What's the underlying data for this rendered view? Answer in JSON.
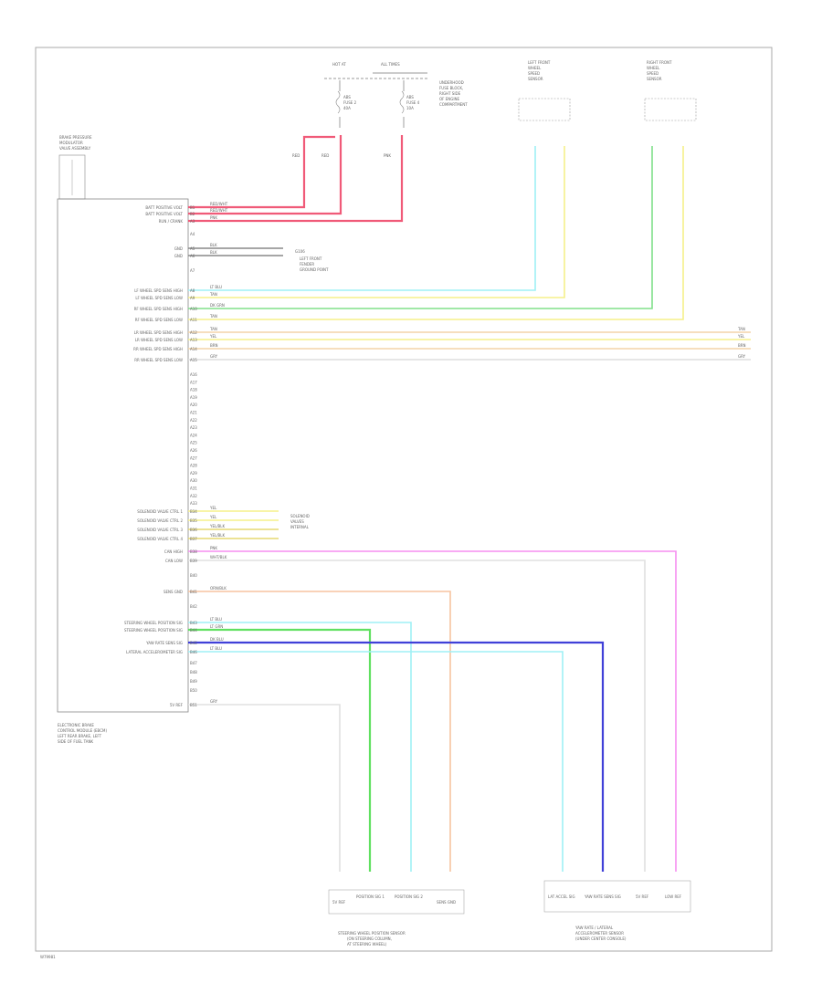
{
  "module": {
    "top_label": [
      "BRAKE PRESSURE",
      "MODULATOR",
      "VALVE ASSEMBLY"
    ],
    "name_lines": [
      "ELECTRONIC BRAKE",
      "CONTROL MODULE (EBCM)",
      "LEFT REAR BRAKE, LEFT",
      "SIDE OF FUEL TANK"
    ],
    "pins": [
      {
        "label": "BATT POSITIVE VOLT",
        "code": "B1",
        "wire": "RED/WHT"
      },
      {
        "label": "BATT POSITIVE VOLT",
        "code": "B2",
        "wire": "RED/WHT"
      },
      {
        "label": "RUN / CRANK",
        "code": "A3",
        "wire": "PNK"
      },
      {
        "label": "",
        "code": "A4",
        "wire": ""
      },
      {
        "label": "GND",
        "code": "A5",
        "wire": "BLK"
      },
      {
        "label": "GND",
        "code": "A6",
        "wire": "BLK"
      },
      {
        "label": "",
        "code": "A7",
        "wire": ""
      },
      {
        "label": "LF WHEEL SPD SENS HIGH",
        "code": "A8",
        "wire": "LT BLU"
      },
      {
        "label": "LF WHEEL SPD SENS LOW",
        "code": "A9",
        "wire": "TAN"
      },
      {
        "label": "RF WHEEL SPD SENS HIGH",
        "code": "A10",
        "wire": "DK GRN"
      },
      {
        "label": "RF WHEEL SPD SENS LOW",
        "code": "A11",
        "wire": "TAN"
      },
      {
        "label": "LR WHEEL SPD SENS HIGH",
        "code": "A12",
        "wire": "TAN"
      },
      {
        "label": "LR WHEEL SPD SENS LOW",
        "code": "A13",
        "wire": "YEL"
      },
      {
        "label": "RR WHEEL SPD SENS HIGH",
        "code": "A14",
        "wire": "BRN"
      },
      {
        "label": "RR WHEEL SPD SENS LOW",
        "code": "A15",
        "wire": "GRY"
      }
    ],
    "empty_pins": [
      "A16",
      "A17",
      "A18",
      "A19",
      "A20",
      "A21",
      "A22",
      "A23",
      "A24",
      "A25",
      "A26",
      "A27",
      "A28",
      "A29",
      "A30",
      "A31",
      "A32",
      "A33"
    ],
    "lower_pins": [
      {
        "label": "SOLENOID VALVE CTRL 1",
        "code": "B34",
        "wire": "YEL"
      },
      {
        "label": "SOLENOID VALVE CTRL 2",
        "code": "B35",
        "wire": "YEL"
      },
      {
        "label": "SOLENOID VALVE CTRL 3",
        "code": "B36",
        "wire": "YEL/BLK"
      },
      {
        "label": "SOLENOID VALVE CTRL 4",
        "code": "B37",
        "wire": "YEL/BLK"
      },
      {
        "label": "CAN HIGH",
        "code": "B38",
        "wire": "PNK"
      },
      {
        "label": "CAN LOW",
        "code": "B39",
        "wire": "WHT/BLK"
      },
      {
        "label": "",
        "code": "B40",
        "wire": ""
      },
      {
        "label": "SENS GND",
        "code": "B41",
        "wire": "ORN/BLK"
      },
      {
        "label": "",
        "code": "B42",
        "wire": ""
      },
      {
        "label": "STEERING WHEEL POSITION SIG",
        "code": "B43",
        "wire": "LT BLU"
      },
      {
        "label": "STEERING WHEEL POSITION SIG",
        "code": "B44",
        "wire": "LT GRN"
      },
      {
        "label": "YAW RATE SENS SIG",
        "code": "B45",
        "wire": "DK BLU"
      },
      {
        "label": "LATERAL ACCELEROMETER SIG",
        "code": "B46",
        "wire": "LT BLU"
      }
    ],
    "tail_pins": [
      "B47",
      "B48",
      "B49",
      "B50"
    ],
    "bottom_pin": {
      "code": "B51",
      "wire": "GRY",
      "label": "5V REF"
    }
  },
  "fuses": {
    "label_1": "HOT AT",
    "label_2": "ALL TIMES",
    "box_label": [
      "UNDERHOOD",
      "FUSE BLOCK,",
      "RIGHT SIDE",
      "OF ENGINE",
      "COMPARTMENT"
    ],
    "fuse_a": [
      "ABS",
      "FUSE 2",
      "40A"
    ],
    "fuse_b": [
      "ABS",
      "FUSE 4",
      "10A"
    ],
    "wires": [
      "RED",
      "RED",
      "PNK"
    ]
  },
  "ground_note": [
    "G106",
    "LEFT FRONT",
    "FENDER",
    "GROUND POINT"
  ],
  "solenoid_note": [
    "SOLENOID",
    "VALVES",
    "INTERNAL"
  ],
  "left_front_sensor": [
    "LEFT FRONT",
    "WHEEL",
    "SPEED",
    "SENSOR"
  ],
  "right_front_sensor": [
    "RIGHT FRONT",
    "WHEEL",
    "SPEED",
    "SENSOR"
  ],
  "steering_sensor": {
    "pins": [
      "5V REF",
      "POSITION SIG 1",
      "POSITION SIG 2",
      "SENS GND"
    ],
    "name": [
      "STEERING WHEEL POSITION SENSOR",
      "(ON STEERING COLUMN,",
      "AT STEERING WHEEL)"
    ]
  },
  "yaw_sensor": {
    "pins": [
      "LAT ACCEL SIG",
      "YAW RATE SENS SIG",
      "5V REF",
      "LOW REF"
    ],
    "name": [
      "YAW RATE / LATERAL",
      "ACCELEROMETER SENSOR",
      "(UNDER CENTER CONSOLE)"
    ]
  },
  "right_edge_wires": [
    "TAN",
    "YEL",
    "BRN",
    "GRY"
  ],
  "page_code": "W79981",
  "colors": {
    "red": "#f05a78",
    "pink": "#f7b0c0",
    "cyan": "#9ff0f5",
    "yellow": "#f5f08a",
    "green": "#80e08a",
    "tan": "#f3d4a8",
    "orange": "#f7c4a0",
    "blue": "#4040d8",
    "lt_green": "#60e060",
    "magenta": "#f58ef0",
    "gray": "#cccccc",
    "black": "#888888"
  }
}
